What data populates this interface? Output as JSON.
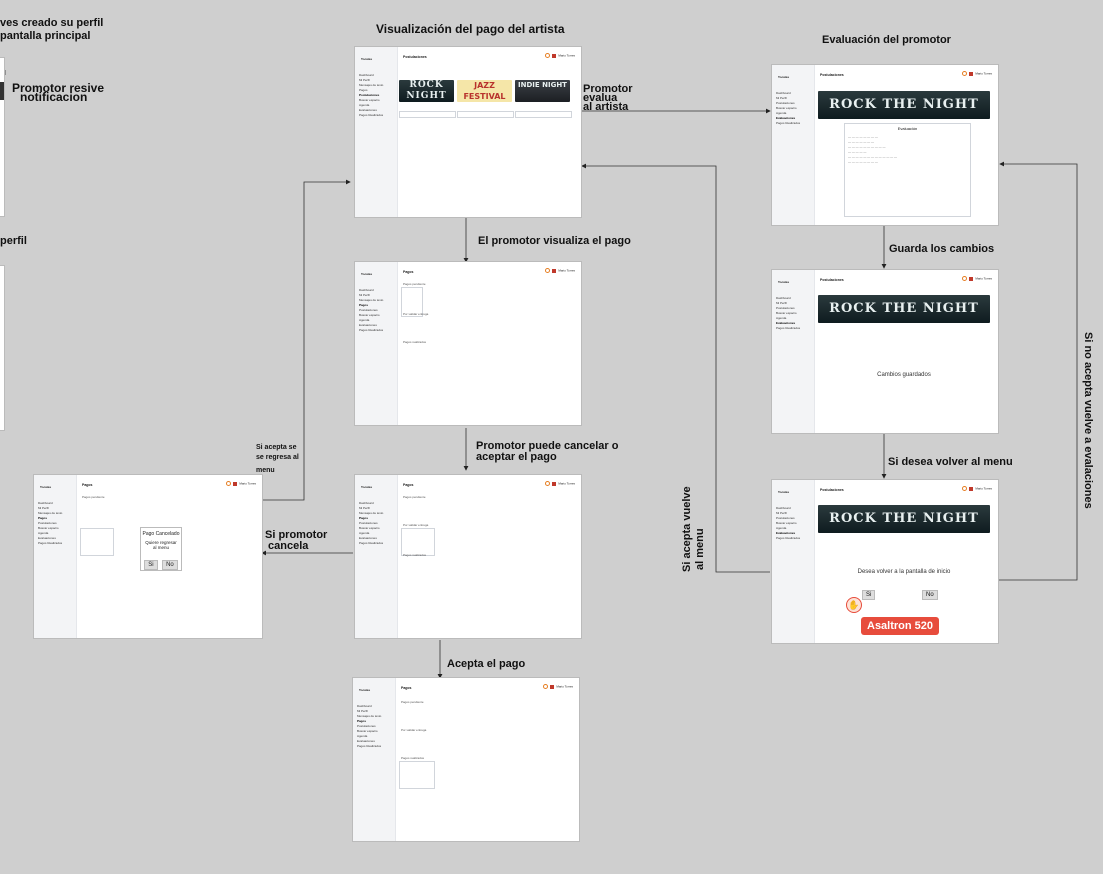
{
  "labels": {
    "top_left_1": "ves creado su perfil",
    "top_left_2": "pantalla principal",
    "promotor_resive_1": "Promotor resive",
    "promotor_resive_2": "notificacion",
    "perfil": "perfil",
    "visualizacion": "Visualización del pago del artista",
    "promotor_evalua_1": "Promotor",
    "promotor_evalua_2": "evalua",
    "promotor_evalua_3": "al artista",
    "evaluacion": "Evaluación del promotor",
    "visualiza_pago": "El promotor visualiza el pago",
    "guarda": "Guarda los cambios",
    "puede_cancelar_1": "Promotor puede cancelar o",
    "puede_cancelar_2": "aceptar el pago",
    "si_acepta_1": "Si acepta  se",
    "si_acepta_2": "se regresa al",
    "si_acepta_3": "menu",
    "si_cancela_1": "Si promotor",
    "si_cancela_2": "cancela",
    "si_desea_volver": "Si desea volver al menu",
    "si_acepta_vuelve_1": "Si acepta vuelve",
    "si_acepta_vuelve_2": "al menu",
    "si_no_acepta": "Si no acepta vuelve a evalaciones",
    "acepta_pago": "Acepta el pago"
  },
  "screens": {
    "brand": "Tocatas",
    "user": "Mario Torres",
    "nav": [
      "Dashboard",
      "Mi Perfil",
      "Mensajes de texto",
      "Pagos",
      "Postulaciones",
      "Buscar espacio",
      "Agenda",
      "Evaluaciones",
      "Pagos Realizados"
    ],
    "artist_page_title": "Postulaciones",
    "pagos_title": "Pagos",
    "pagos_pendiente": "Pagos pendiente",
    "por_validar": "Por validar entrega",
    "pagos_realizados": "Pagos realizados",
    "posters": [
      "ROCK NIGHT",
      "JAZZ FESTIVAL",
      "INDIE NIGHT"
    ],
    "rock_poster": "ROCK THE NIGHT",
    "evaluacion_label": "Evaluación",
    "cambios_guardados": "Cambios guardados",
    "volver_question": "Desea volver a la  pantalla de inicio",
    "si": "Si",
    "no": "No",
    "pago_cancelado": "Pago Cancelado",
    "quiere_regresar": "Quiere regresar al menu"
  },
  "badge": "Asaltron 520"
}
